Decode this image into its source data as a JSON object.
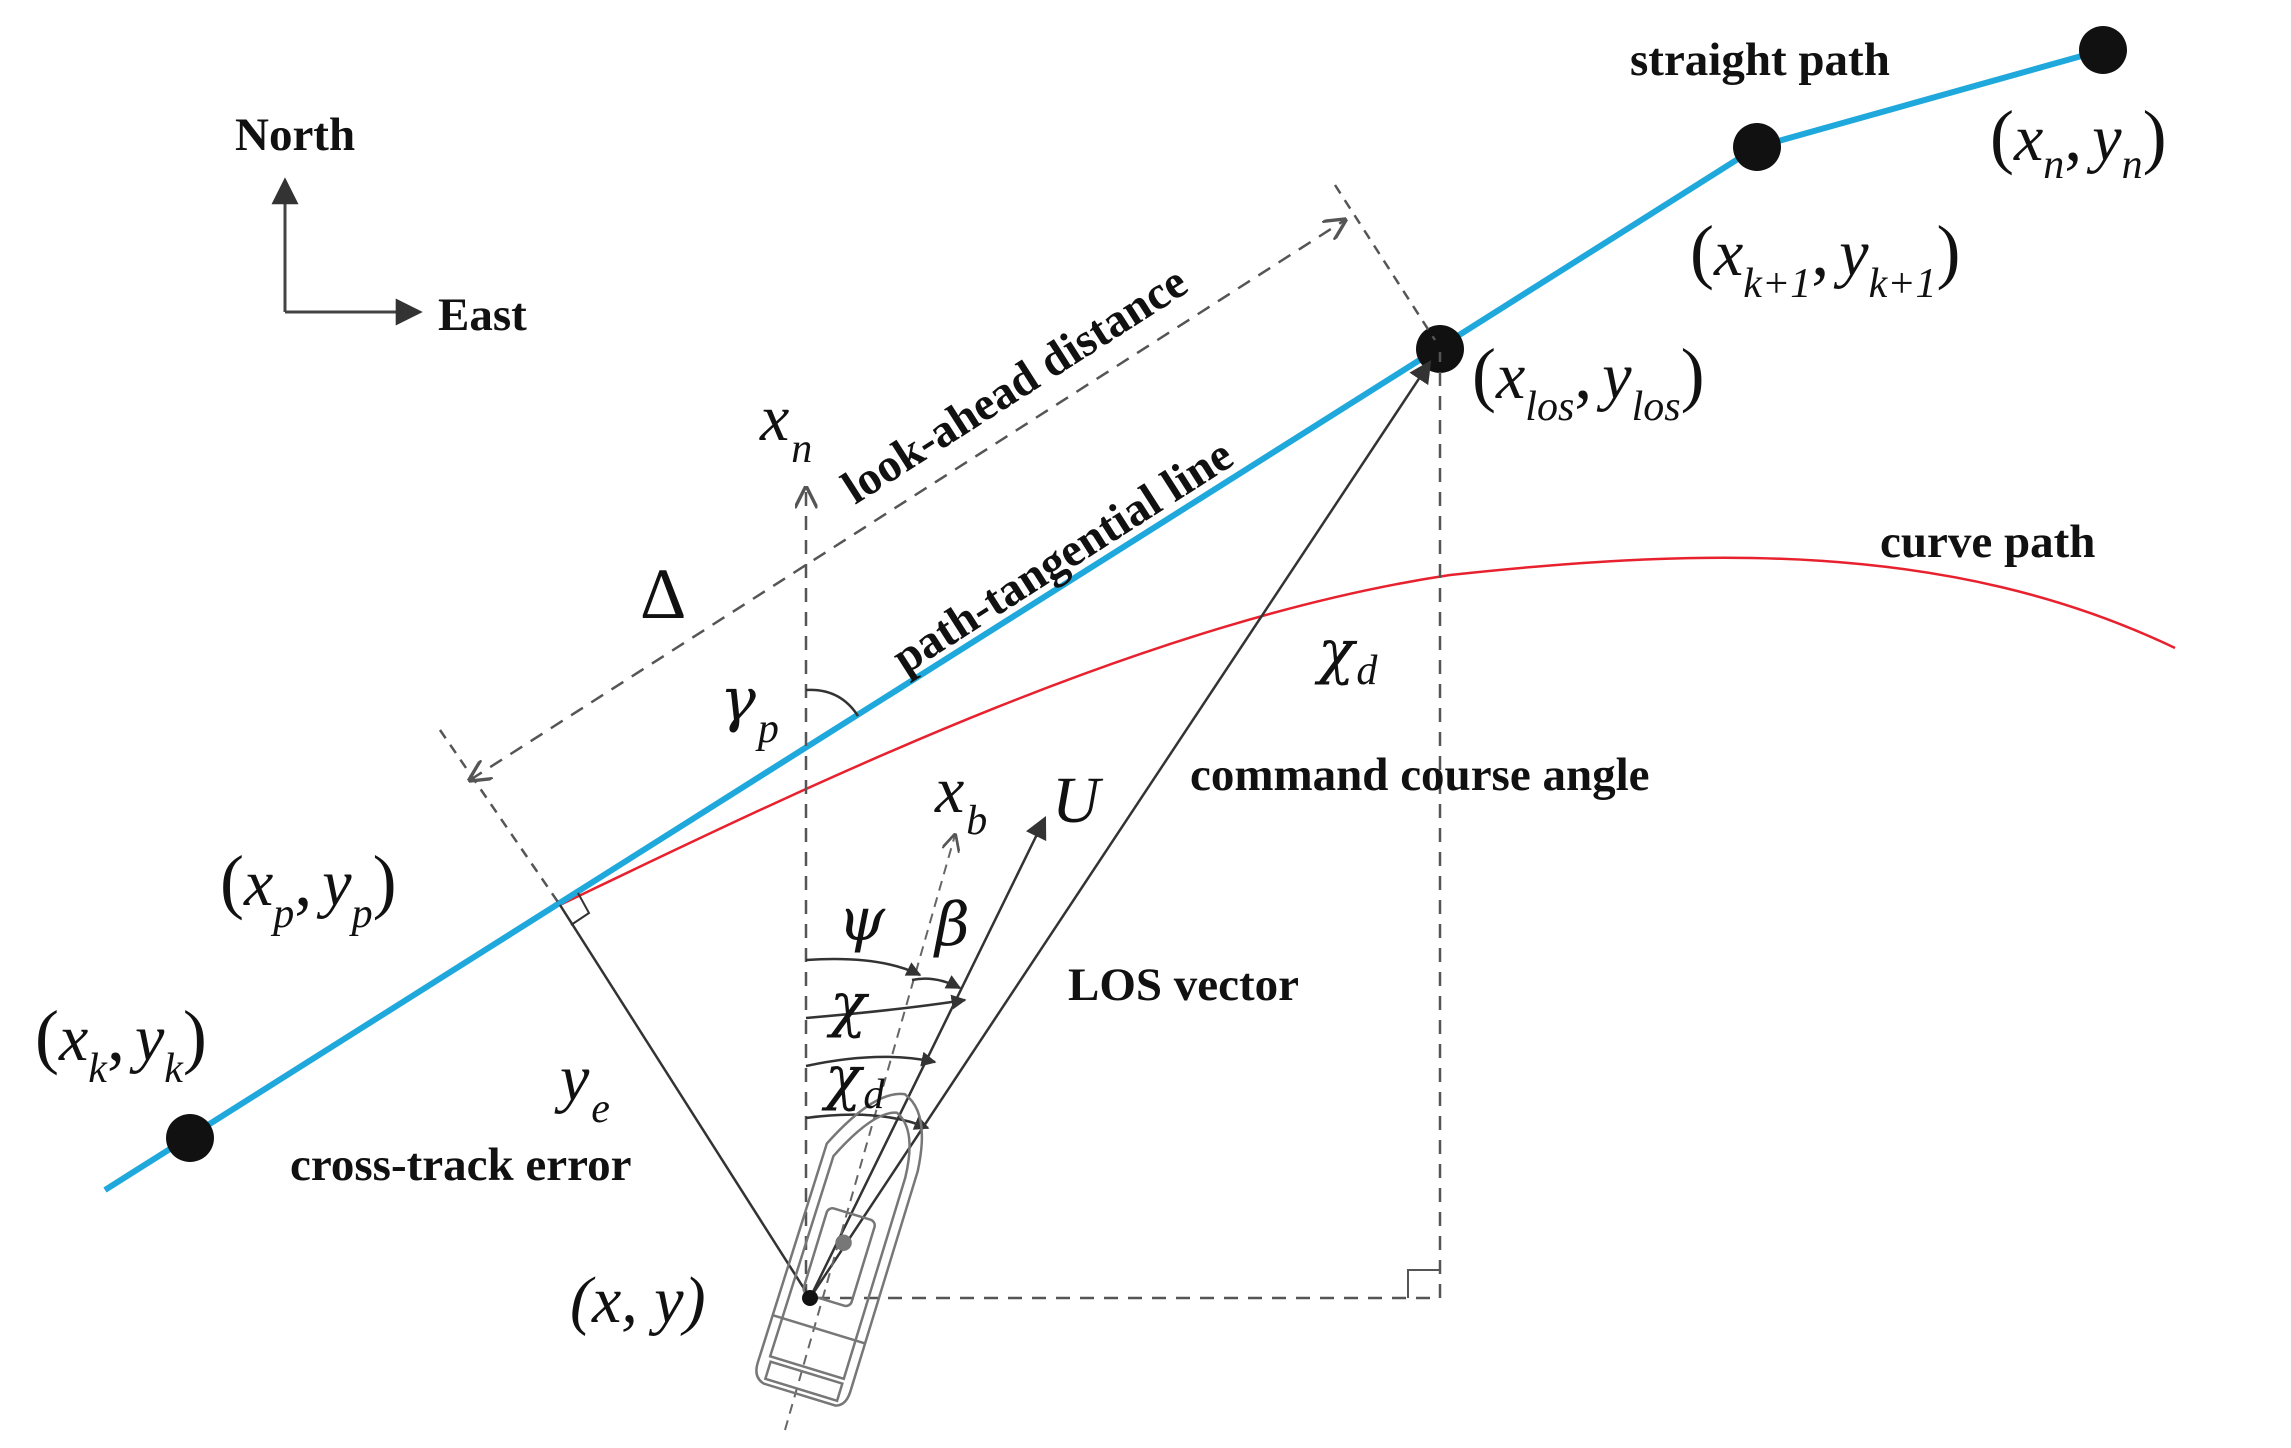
{
  "colors": {
    "path_line": "#1fa8dc",
    "curve_path": "#e8212e",
    "ink": "#111111",
    "dashed": "#555555"
  },
  "compass": {
    "north": "North",
    "east": "East"
  },
  "labels": {
    "straight_path": "straight path",
    "curve_path": "curve path",
    "look_ahead": "look-ahead distance",
    "path_tangential": "path-tangential line",
    "command_course": "command course angle",
    "los_vector": "LOS vector",
    "cross_track": "cross-track error"
  },
  "math": {
    "delta": "Δ",
    "xn_axis": {
      "base": "x",
      "sub": "n"
    },
    "gamma_p": {
      "base": "γ",
      "sub": "p"
    },
    "chi_d_top": {
      "base": "χ",
      "sub": "d"
    },
    "xb": {
      "base": "x",
      "sub": "b"
    },
    "U": "U",
    "psi": "ψ",
    "beta": "β",
    "chi": "χ",
    "chi_d_low": {
      "base": "χ",
      "sub": "d"
    },
    "ye": {
      "base": "y",
      "sub": "e"
    }
  },
  "points": {
    "xn_yn": {
      "open": "(",
      "x": "x",
      "xs": "n",
      "comma": ",",
      "y": "y",
      "ys": "n",
      "close": ")"
    },
    "xk1_yk1": {
      "open": "(",
      "x": "x",
      "xs": "k+1",
      "comma": ",",
      "y": "y",
      "ys": "k+1",
      "close": ")"
    },
    "xlos_ylos": {
      "open": "(",
      "x": "x",
      "xs": "los",
      "comma": ",",
      "y": "y",
      "ys": "los",
      "close": ")"
    },
    "xp_yp": {
      "open": "(",
      "x": "x",
      "xs": "p",
      "comma": ",",
      "y": "y",
      "ys": "p",
      "close": ")"
    },
    "xk_yk": {
      "open": "(",
      "x": "x",
      "xs": "k",
      "comma": ",",
      "y": "y",
      "ys": "k",
      "close": ")"
    },
    "x_y": "(x, y)"
  }
}
